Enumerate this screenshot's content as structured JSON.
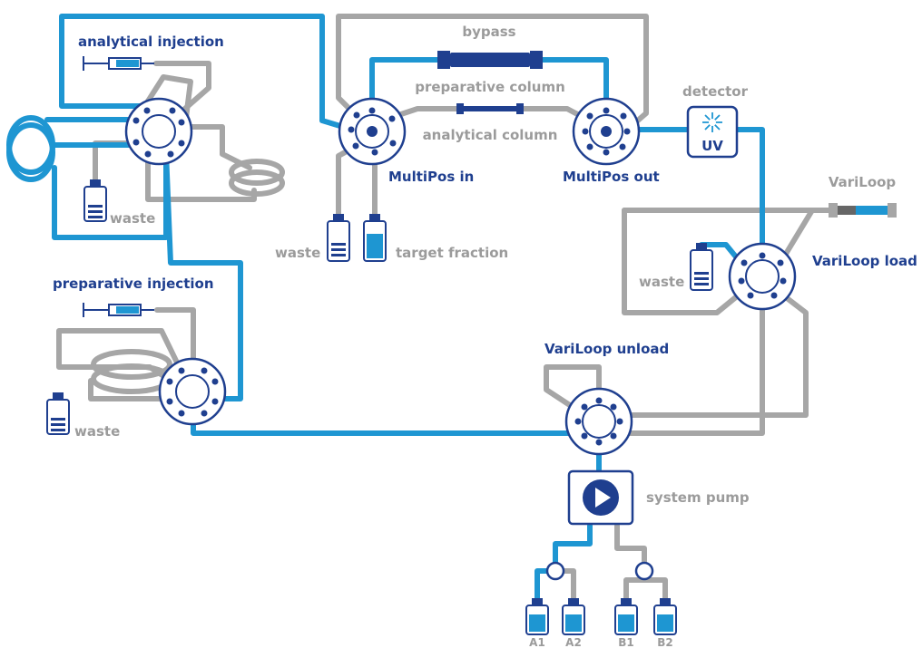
{
  "labels": {
    "analytical_injection": "analytical injection",
    "preparative_injection": "preparative injection",
    "bypass": "bypass",
    "preparative_column": "preparative column",
    "analytical_column": "analytical column",
    "multipos_in": "MultiPos in",
    "multipos_out": "MultiPos out",
    "detector": "detector",
    "uv": "UV",
    "variloop": "VariLoop",
    "variloop_load": "VariLoop load",
    "variloop_unload": "VariLoop unload",
    "system_pump": "system pump",
    "target_fraction": "target fraction",
    "waste_1": "waste",
    "waste_2": "waste",
    "waste_3": "waste",
    "waste_4": "waste",
    "bottle_a1": "A1",
    "bottle_a2": "A2",
    "bottle_b1": "B1",
    "bottle_b2": "B2"
  },
  "colors": {
    "active_line": "#1e96d2",
    "inactive_line": "#a6a6a6",
    "valve_stroke": "#1f3f8f",
    "label_blue": "#1f3f8f",
    "label_gray": "#9b9b9b"
  }
}
